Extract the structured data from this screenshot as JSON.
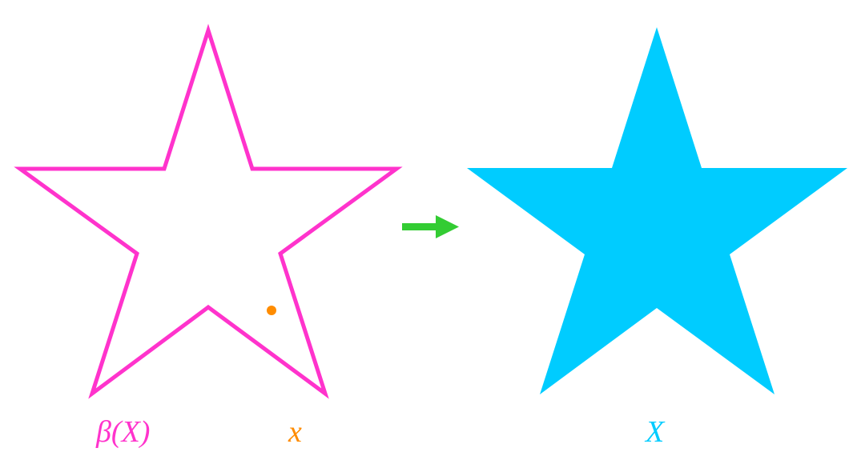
{
  "labels": {
    "boundary": "β(X)",
    "point": "x",
    "set": "X"
  },
  "colors": {
    "boundary": "#ff33cc",
    "point": "#ff8c00",
    "arrow": "#33cc33",
    "set": "#00ccff"
  }
}
